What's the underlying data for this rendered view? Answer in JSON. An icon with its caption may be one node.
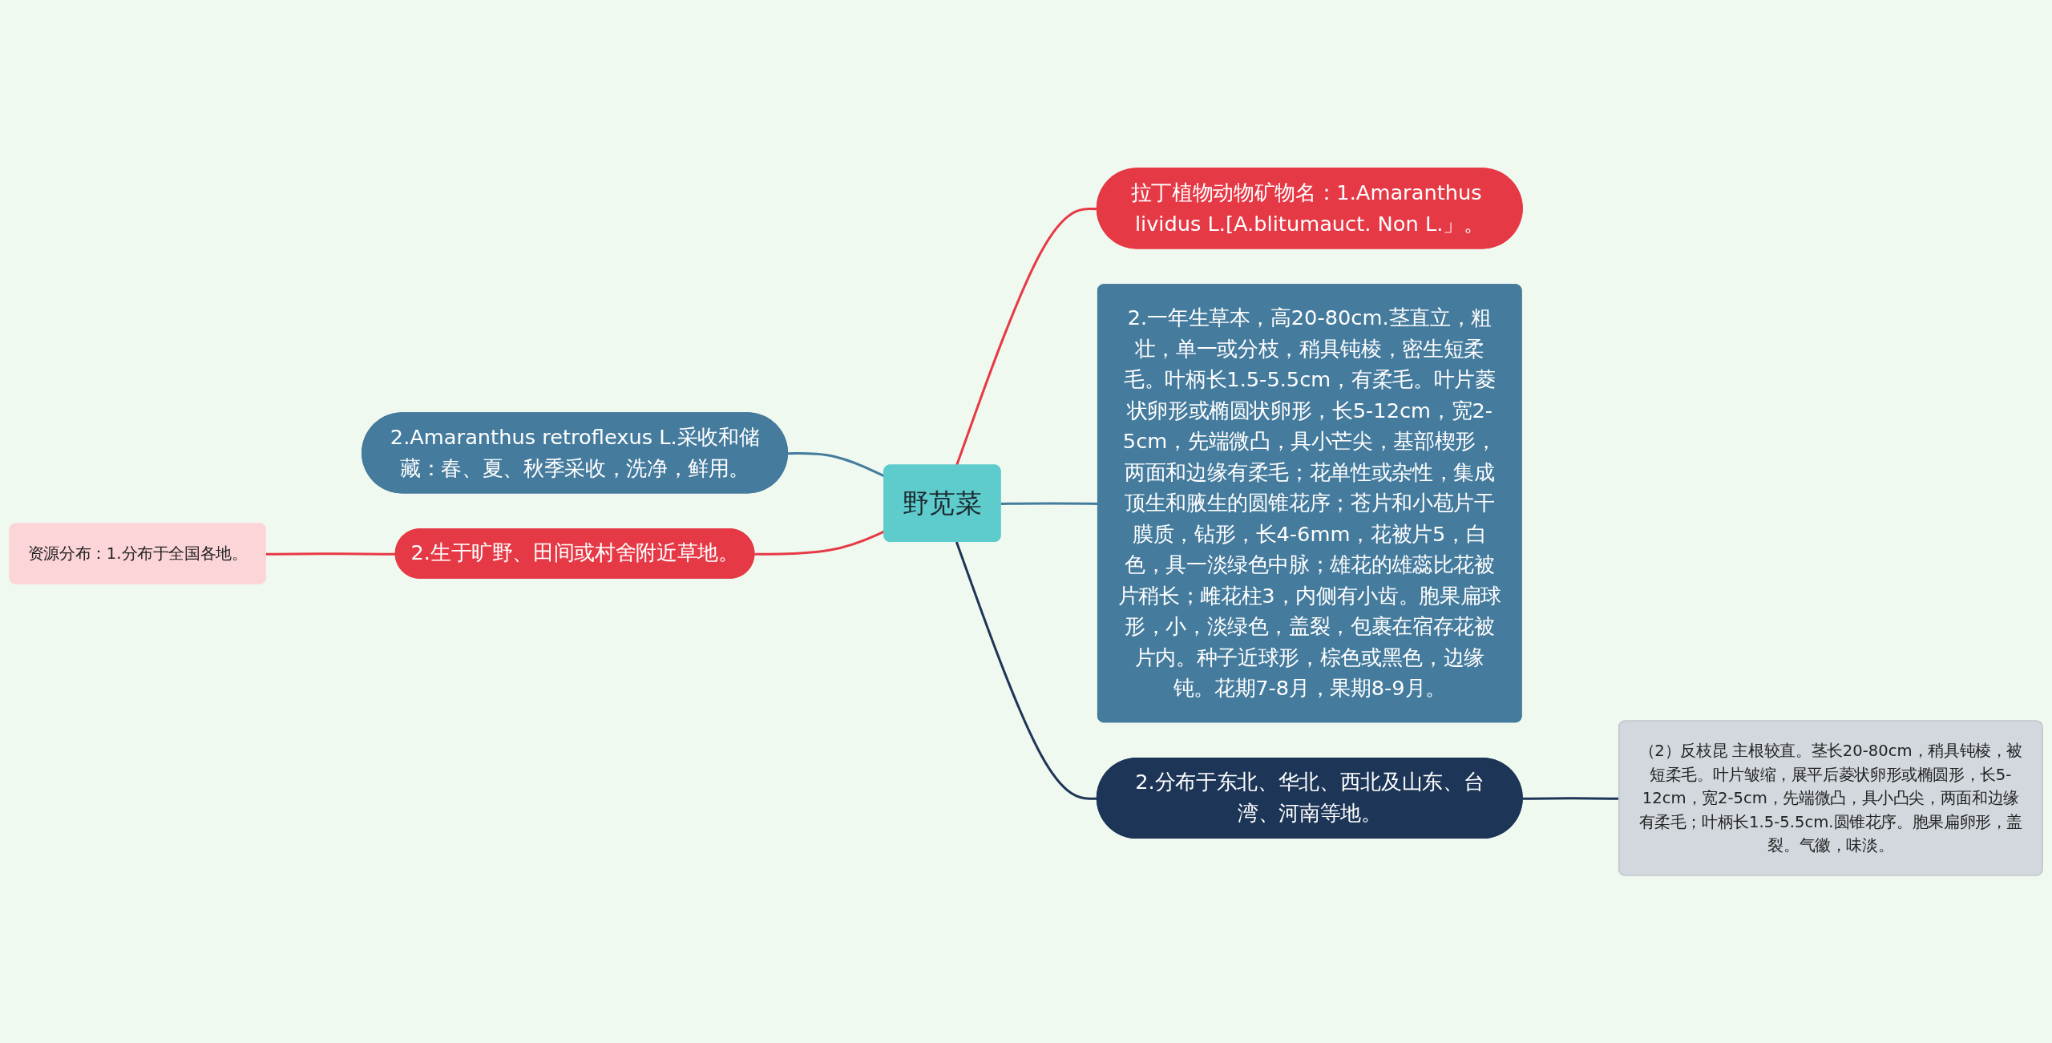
{
  "diagram": {
    "nodes": [
      {
        "text": [
          "野苋菜"
        ]
      },
      {
        "text": [
          "拉丁植物动物矿物名：1.Amaranthus lividus L.[A.blitumauct. Non L.」。"
        ]
      },
      {
        "text": [
          "2.一年生草本，高20-80cm.茎直立，粗壮，单一或分枝，稍具钝棱，密生短柔毛。叶柄长1.5-5.5cm，有柔毛。叶片菱状卵形或椭圆状卵形，长5-12cm，宽2-5cm，先端微凸，具小芒尖，基部楔形，两面和边缘有柔毛；花单性或杂性，集成顶生和腋生的圆锥花序；苍片和小苞片干膜质，钻形，长4-6mm，花被片5，白色，具一淡绿色中脉；雄花的雄蕊比花被片稍长；雌花柱3，内侧有小齿。胞果扁球形，小，淡绿色，盖裂，包裹在宿存花被片内。种子近球形，棕色或黑色，边缘钝。花期7-8月，果期8-9月。"
        ]
      },
      {
        "text": [
          "2.分布于东北、华北、西北及山东、台湾、河南等地。"
        ]
      },
      {
        "text": [
          "（2）反枝昆 主根较直。茎长20-80cm，稍具钝棱，被短柔毛。叶片皱缩，展平后菱状卵形或椭圆形，长5-12cm，宽2-5cm，先端微凸，具小凸尖，两面和边缘有柔毛；叶柄长1.5-5.5cm.圆锥花序。胞果扁卵形，盖裂。气徽，味淡。"
        ]
      },
      {
        "text": [
          "2.Amaranthus retroflexus L.采收和储藏：春、夏、秋季采收，洗净，鲜用。"
        ]
      },
      {
        "text": [
          "2.生于旷野、田间或村舍附近草地。"
        ]
      },
      {
        "text": [
          "资源分布：1.分布于全国各地。"
        ]
      }
    ],
    "edges": [
      {
        "from": 0,
        "to": 1,
        "arrow": "none"
      },
      {
        "from": 0,
        "to": 2,
        "arrow": "none",
        "color": "#457b9d"
      },
      {
        "from": 0,
        "to": 3,
        "arrow": "none",
        "color": "#1d3557"
      },
      {
        "from": 3,
        "to": 4,
        "arrow": "none",
        "color": "#1d3557"
      },
      {
        "from": 0,
        "to": 5,
        "arrow": "none",
        "color": "#457b9d"
      },
      {
        "from": 0,
        "to": 6,
        "arrow": "none"
      },
      {
        "from": 6,
        "to": 7,
        "arrow": "none"
      }
    ]
  }
}
